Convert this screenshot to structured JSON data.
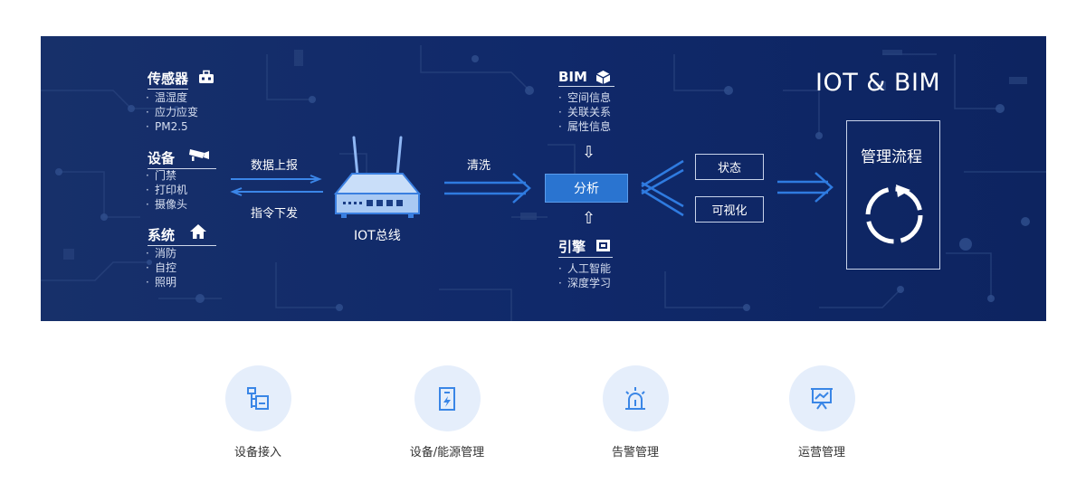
{
  "left_groups": [
    {
      "title": "传感器",
      "icon": "toolbox-icon",
      "items": [
        "温湿度",
        "应力应变",
        "PM2.5"
      ]
    },
    {
      "title": "设备",
      "icon": "camera-icon",
      "items": [
        "门禁",
        "打印机",
        "摄像头"
      ]
    },
    {
      "title": "系统",
      "icon": "home-icon",
      "items": [
        "消防",
        "自控",
        "照明"
      ]
    }
  ],
  "bus": {
    "upload_label": "数据上报",
    "command_label": "指令下发",
    "router_label": "IOT总线",
    "clean_label": "清洗"
  },
  "bim": {
    "title": "BIM",
    "icon": "cube-icon",
    "items": [
      "空间信息",
      "关联关系",
      "属性信息"
    ]
  },
  "engine": {
    "title": "引擎",
    "icon": "engine-icon",
    "items": [
      "人工智能",
      "深度学习"
    ]
  },
  "analysis_label": "分析",
  "outputs": {
    "status_label": "状态",
    "visual_label": "可视化"
  },
  "header_title": "IOT & BIM",
  "management": {
    "title": "管理流程",
    "icon": "cycle-icon"
  },
  "features": [
    {
      "label": "设备接入",
      "icon": "device-access-icon"
    },
    {
      "label": "设备/能源管理",
      "icon": "energy-management-icon"
    },
    {
      "label": "告警管理",
      "icon": "alarm-icon"
    },
    {
      "label": "运营管理",
      "icon": "operation-chart-icon"
    }
  ],
  "colors": {
    "banner_bg": "#10296a",
    "accent_blue": "#2a74d0",
    "arrow_blue": "#2f7be0",
    "feature_circle": "#e5eefb",
    "feature_icon": "#3a86e6"
  }
}
